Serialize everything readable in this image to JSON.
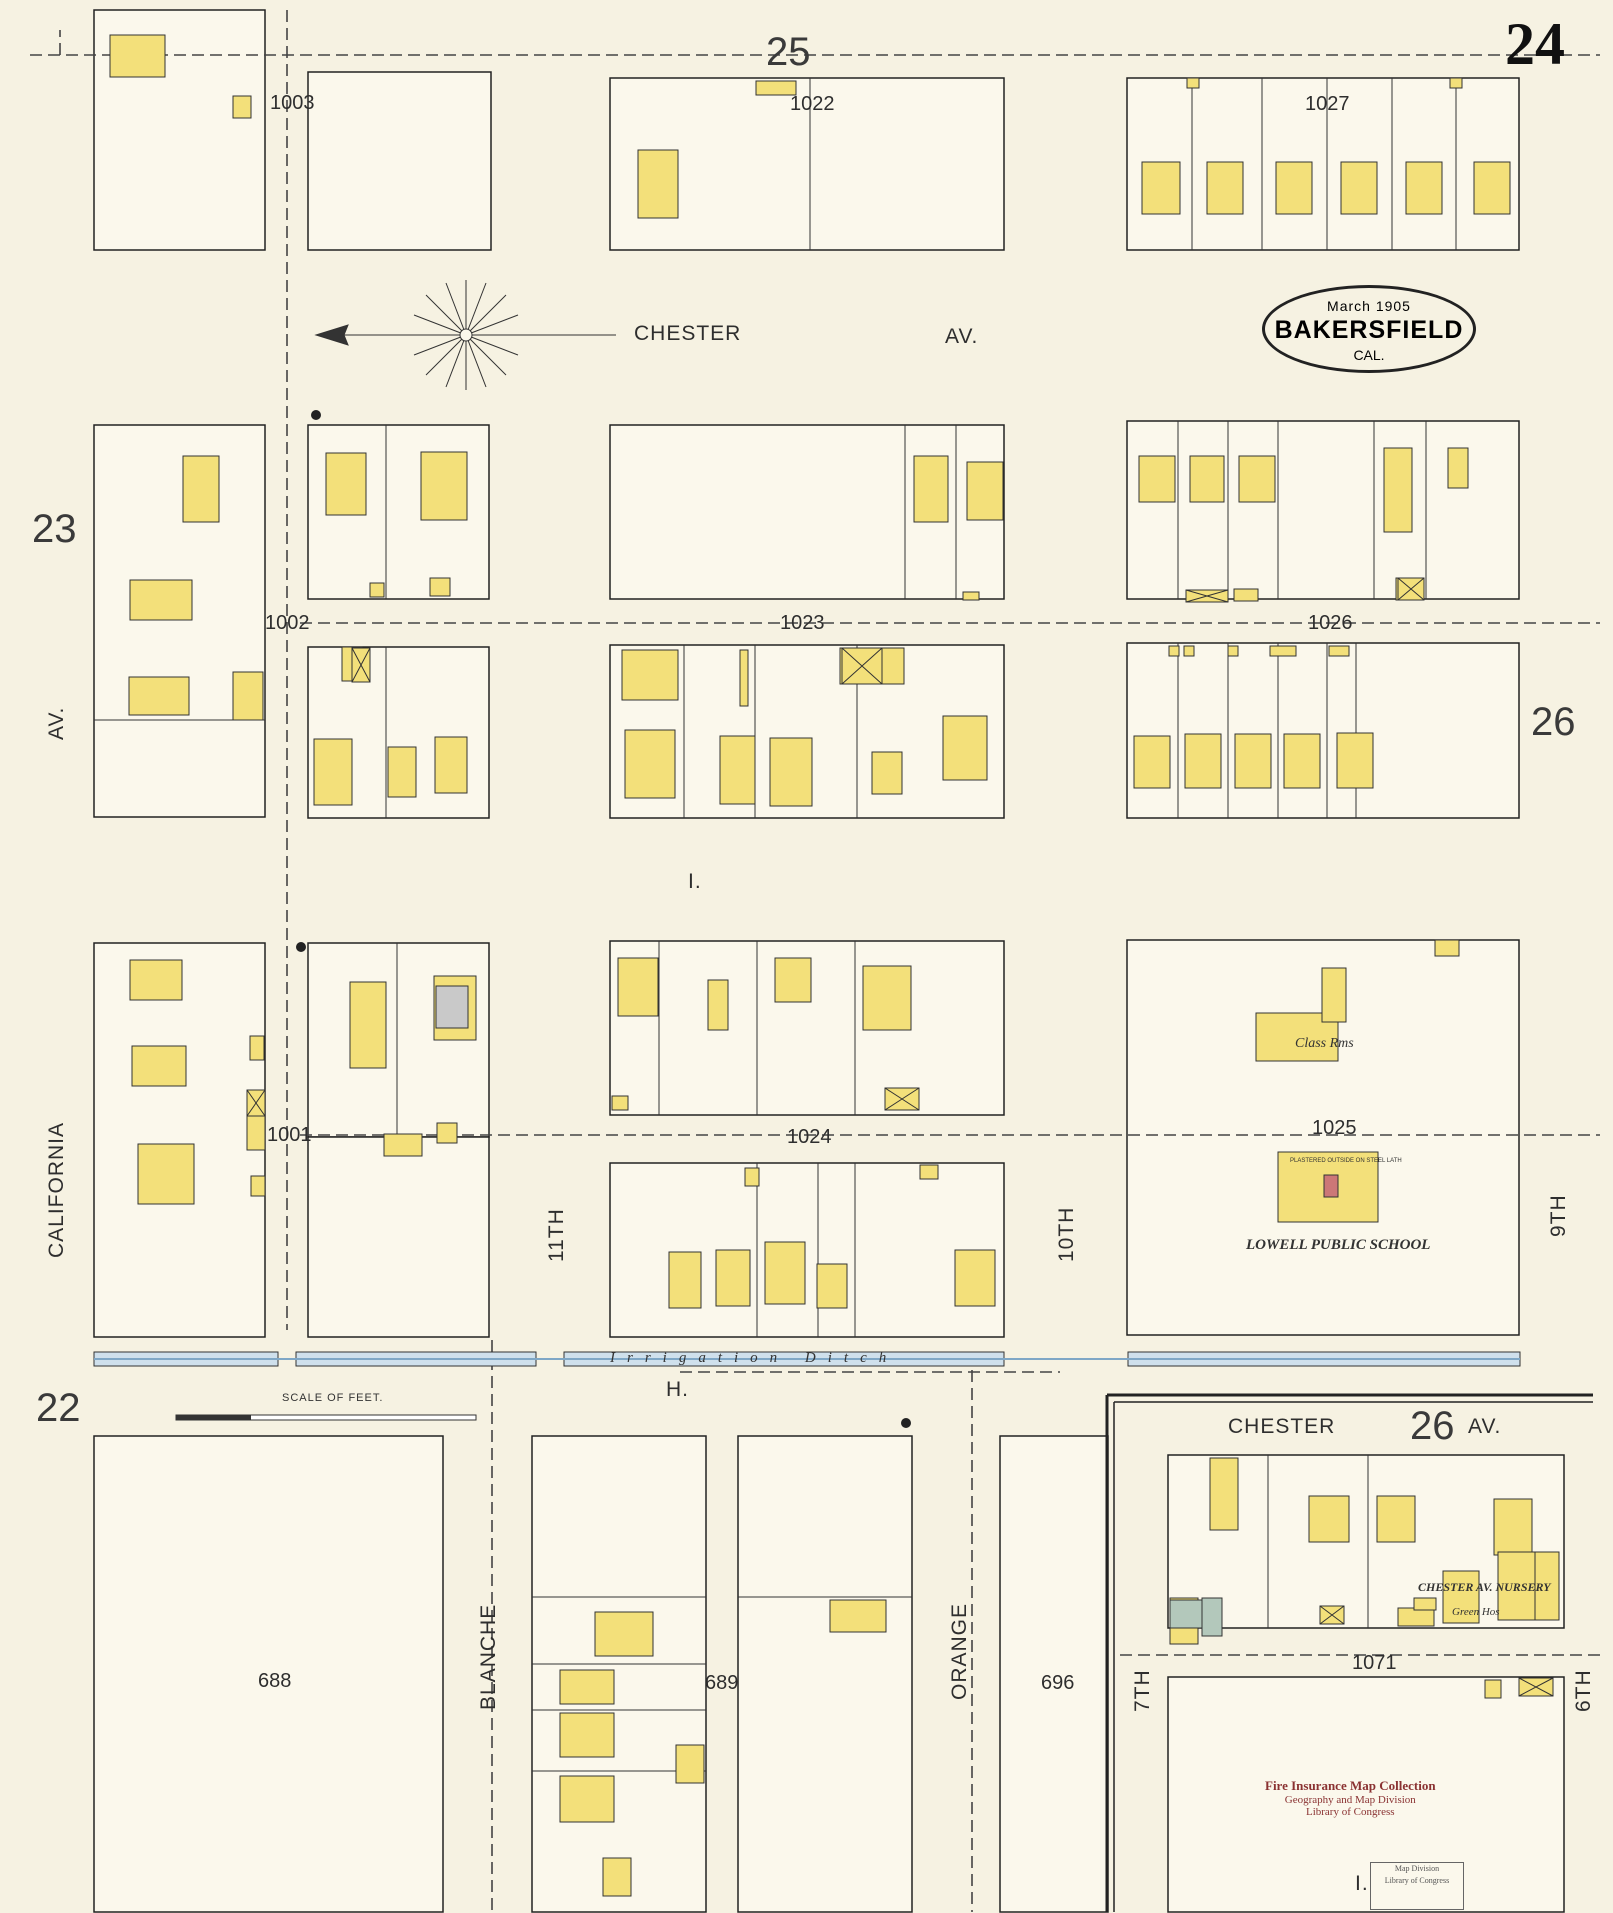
{
  "sheet_number": "24",
  "title_badge": {
    "date": "March 1905",
    "city": "BAKERSFIELD",
    "state": "CAL."
  },
  "streets": {
    "chester_upper": "CHESTER",
    "av_upper": "AV.",
    "chester_lower": "CHESTER",
    "lower_26": "26",
    "av_lower": "AV.",
    "california": "CALIFORNIA",
    "av_left": "AV.",
    "eleventh": "11TH",
    "tenth": "10TH",
    "ninth": "9TH",
    "seventh": "7TH",
    "sixth": "6TH",
    "blanche": "BLANCHE",
    "orange": "ORANGE",
    "street_i_middle": "I.",
    "street_h": "H.",
    "street_i_bottom": "I."
  },
  "street_numbers": [
    "25",
    "23",
    "26",
    "22"
  ],
  "block_numbers": [
    "1003",
    "1022",
    "1027",
    "1002",
    "1023",
    "1026",
    "1001",
    "1024",
    "1025",
    "1071",
    "688",
    "689",
    "696"
  ],
  "labels": {
    "irrigation_ditch": "Irrigation Ditch",
    "scale_of_feet": "SCALE OF FEET.",
    "school": "LOWELL PUBLIC SCHOOL",
    "class_rms": "Class Rms",
    "nursery": "CHESTER AV. NURSERY",
    "green_hos": "Green Hos",
    "plastered": "PLASTERED OUTSIDE ON STEEL LATH"
  },
  "library_stamp": {
    "line1": "Fire Insurance Map Collection",
    "line2": "Geography and Map Division",
    "line3": "Library of Congress"
  },
  "map_division_stamp": {
    "line1": "Map Division",
    "line2": "Library of Congress"
  },
  "colors": {
    "paper": "#f6f2e2",
    "frame": "#f9f0ba",
    "dwelling": "#f3e07a",
    "ink": "#2e2e2e",
    "water": "#b9d2e6"
  }
}
